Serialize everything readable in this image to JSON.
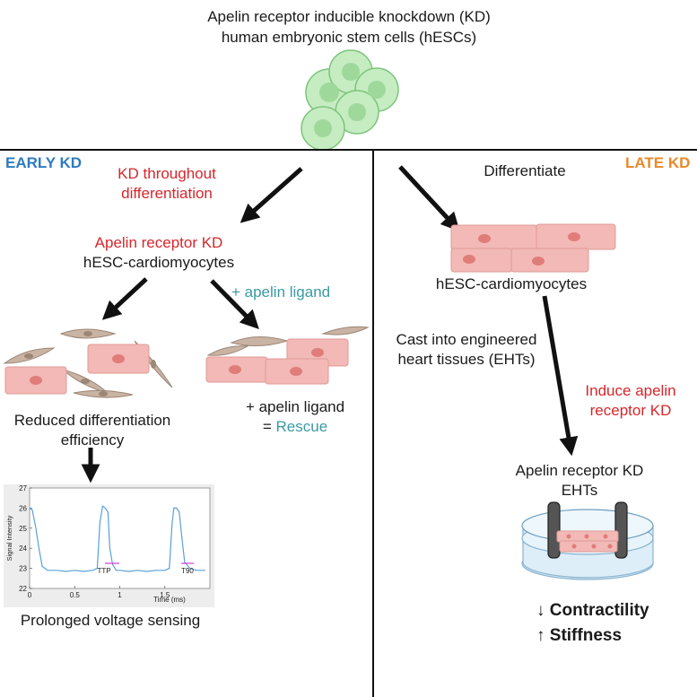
{
  "title": {
    "line1": "Apelin receptor inducible knockdown (KD)",
    "line2": "human embryonic stem cells (hESCs)"
  },
  "early": {
    "heading": "EARLY KD",
    "kd_note_line1": "KD throughout",
    "kd_note_line2": "differentiation",
    "cm_line1": "Apelin receptor KD",
    "cm_line2": "hESC-cardiomyocytes",
    "ligand_label": "+ apelin ligand",
    "reduced_line1": "Reduced differentiation",
    "reduced_line2": "efficiency",
    "rescue_line1": "+ apelin ligand",
    "rescue_prefix": "= ",
    "rescue_word": "Rescue",
    "voltage_caption": "Prolonged voltage sensing"
  },
  "late": {
    "heading": "LATE KD",
    "differentiate": "Differentiate",
    "cm_label": "hESC-cardiomyocytes",
    "cast_line1": "Cast into engineered",
    "cast_line2": "heart tissues (EHTs)",
    "induce_line1": "Induce apelin",
    "induce_line2": "receptor KD",
    "eht_line1": "Apelin receptor KD",
    "eht_line2": "EHTs",
    "contractility_arrow": "↓",
    "contractility": "Contractility",
    "stiffness_arrow": "↑",
    "stiffness": "Stiffness"
  },
  "colors": {
    "red": "#d7262b",
    "blue": "#2e7bbf",
    "orange": "#e8892b",
    "teal": "#3a9aa3",
    "trace": "#5aa0d8",
    "marker": "#d23ad2"
  },
  "chart_data": {
    "type": "line",
    "xlabel": "Time (ms)",
    "ylabel": "Signal Intensity",
    "xlim": [
      0,
      2
    ],
    "ylim": [
      22,
      27
    ],
    "xticks": [
      "0",
      "0.5",
      "1",
      "1.5"
    ],
    "yticks": [
      "22",
      "23",
      "24",
      "25",
      "26",
      "27"
    ],
    "annotations": [
      "TTP",
      "T90"
    ],
    "grid": false,
    "series": [
      {
        "x": [
          0,
          0.03,
          0.07,
          0.1,
          0.14,
          0.2,
          0.3,
          0.4,
          0.5,
          0.6,
          0.7,
          0.75,
          0.78,
          0.81,
          0.84,
          0.87,
          0.89,
          0.92,
          0.96,
          1.0,
          1.1,
          1.2,
          1.3,
          1.4,
          1.5,
          1.55,
          1.58,
          1.6,
          1.63,
          1.66,
          1.69,
          1.72,
          1.78,
          1.85,
          1.95
        ],
        "y": [
          26.0,
          25.9,
          25.0,
          24.1,
          23.1,
          22.9,
          22.9,
          22.85,
          22.9,
          22.85,
          22.9,
          23.0,
          25.3,
          26.1,
          26.0,
          25.8,
          24.0,
          23.2,
          22.9,
          22.9,
          22.85,
          22.9,
          22.85,
          22.9,
          22.9,
          23.0,
          25.2,
          26.0,
          26.0,
          25.8,
          24.5,
          23.3,
          23.0,
          22.9,
          22.9
        ]
      }
    ]
  }
}
